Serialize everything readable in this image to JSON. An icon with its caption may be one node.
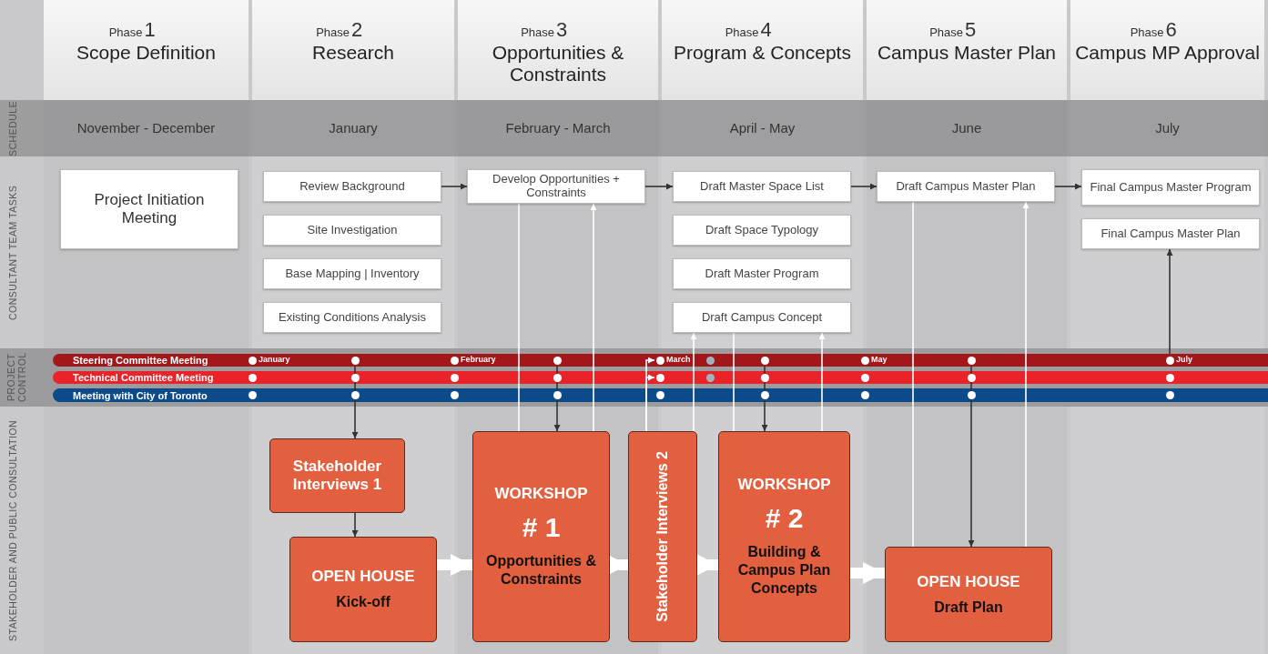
{
  "diagram": {
    "nodes": [
      {
        "text": [
          "Project Initiation Meeting"
        ]
      },
      {
        "text": [
          "Review Background"
        ]
      },
      {
        "text": [
          "Site Investigation"
        ]
      },
      {
        "text": [
          "Base Mapping | Inventory"
        ]
      },
      {
        "text": [
          "Existing Conditions Analysis"
        ]
      },
      {
        "text": [
          "Develop Opportunities + Constraints"
        ]
      },
      {
        "text": [
          "Draft Master Space List"
        ]
      },
      {
        "text": [
          "Draft Space Typology"
        ]
      },
      {
        "text": [
          "Draft Master Program"
        ]
      },
      {
        "text": [
          "Draft Campus Concept"
        ]
      },
      {
        "text": [
          "Draft Campus Master Plan"
        ]
      },
      {
        "text": [
          "Final Campus Master Program"
        ]
      },
      {
        "text": [
          "Final Campus Master Plan"
        ]
      },
      {
        "text": [
          "Steering Committee Meeting"
        ]
      },
      {
        "text": [
          "Technical Committee Meeting"
        ]
      },
      {
        "text": [
          "Meeting with City of Toronto"
        ]
      },
      {
        "text": [
          "Stakeholder Interviews 1"
        ]
      },
      {
        "text": [
          "OPEN HOUSE",
          "Kick-off"
        ]
      },
      {
        "text": [
          "WORKSHOP",
          "# 1",
          "Opportunities & Constraints"
        ]
      },
      {
        "text": [
          "Stakeholder Interviews 2"
        ]
      },
      {
        "text": [
          "WORKSHOP",
          "# 2",
          "Building & Campus Plan Concepts"
        ]
      },
      {
        "text": [
          "OPEN HOUSE",
          "Draft Plan"
        ]
      }
    ],
    "edges": [
      {
        "from": 1,
        "to": 5,
        "arrow": "to",
        "color": "#333333"
      },
      {
        "from": 5,
        "to": 6,
        "arrow": "to",
        "color": "#333333"
      },
      {
        "from": 6,
        "to": 10,
        "arrow": "to",
        "color": "#333333"
      },
      {
        "from": 10,
        "to": 11,
        "arrow": "to",
        "color": "#333333"
      },
      {
        "from": 13,
        "to": 16,
        "arrow": "to",
        "color": "#333333"
      },
      {
        "from": 16,
        "to": 17,
        "arrow": "to",
        "color": "#333333"
      },
      {
        "from": 17,
        "to": 18,
        "arrow": "to",
        "style": "thick"
      },
      {
        "from": 18,
        "to": 19,
        "arrow": "to",
        "style": "thick"
      },
      {
        "from": 19,
        "to": 20,
        "arrow": "to",
        "style": "thick"
      },
      {
        "from": 20,
        "to": 21,
        "arrow": "to",
        "style": "thick"
      },
      {
        "from": 5,
        "to": 18,
        "arrow": "none"
      },
      {
        "from": 18,
        "to": 5,
        "arrow": "to"
      },
      {
        "from": 13,
        "to": 18,
        "arrow": "to",
        "color": "#333333"
      },
      {
        "from": 19,
        "to": 13,
        "arrow": "to"
      },
      {
        "from": 19,
        "to": 14,
        "arrow": "to"
      },
      {
        "from": 19,
        "to": 9,
        "arrow": "to"
      },
      {
        "from": 9,
        "to": 20,
        "arrow": "none"
      },
      {
        "from": 20,
        "to": 9,
        "arrow": "to"
      },
      {
        "from": 13,
        "to": 20,
        "arrow": "to",
        "color": "#333333"
      },
      {
        "from": 10,
        "to": 21,
        "arrow": "none"
      },
      {
        "from": 21,
        "to": 10,
        "arrow": "to"
      },
      {
        "from": 13,
        "to": 21,
        "arrow": "to",
        "color": "#333333"
      },
      {
        "from": 13,
        "to": 12,
        "arrow": "to",
        "color": "#333333"
      }
    ],
    "labels": [
      "Phase",
      "1",
      "Scope Definition",
      "Phase",
      "2",
      "Research",
      "Phase",
      "3",
      "Opportunities & Constraints",
      "Phase",
      "4",
      "Program & Concepts",
      "Phase",
      "5",
      "Campus Master Plan",
      "Phase",
      "6",
      "Campus MP Approval",
      "SCHEDULE",
      "November - December",
      "January",
      "February - March",
      "April - May",
      "June",
      "July",
      "CONSULTANT TEAM TASKS",
      "PROJECT CONTROL",
      "January",
      "February",
      "March",
      "May",
      "July",
      "STAKEHOLDER AND PUBLIC CONSULTATION"
    ]
  }
}
